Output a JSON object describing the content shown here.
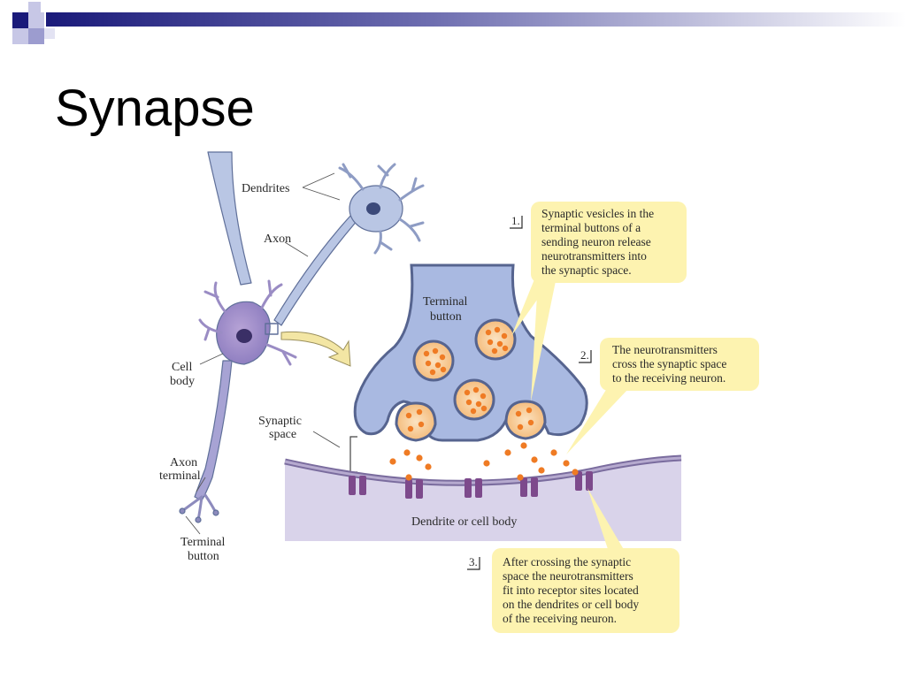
{
  "slide": {
    "title": "Synapse"
  },
  "colors": {
    "accent_dark": "#1a1a7a",
    "accent_light": "#9c9ccf",
    "neuron_fill": "#b9c6e4",
    "terminal_fill": "#a9b9e1",
    "membrane_fill": "#d9d3ea",
    "vesicle_fill": "#f7c995",
    "neurotransmitter": "#ef7b24",
    "receptor": "#7d4a8c",
    "callout_fill": "#fdf3b0"
  },
  "neuron_labels": {
    "dendrites": "Dendrites",
    "axon": "Axon",
    "cell_body_line1": "Cell",
    "cell_body_line2": "body",
    "synaptic_space_line1": "Synaptic",
    "synaptic_space_line2": "space",
    "axon_terminal_line1": "Axon",
    "axon_terminal_line2": "terminal",
    "terminal_button_line1": "Terminal",
    "terminal_button_line2": "button"
  },
  "synapse_labels": {
    "terminal_button_line1": "Terminal",
    "terminal_button_line2": "button",
    "dendrite_or_cell_body": "Dendrite or cell body"
  },
  "callouts": [
    {
      "number": "1.",
      "lines": [
        "Synaptic vesicles in the",
        "terminal buttons of a",
        "sending neuron release",
        "neurotransmitters into",
        "the synaptic space."
      ]
    },
    {
      "number": "2.",
      "lines": [
        "The neurotransmitters",
        "cross the synaptic space",
        "to the receiving neuron."
      ]
    },
    {
      "number": "3.",
      "lines": [
        "After crossing the synaptic",
        "space the neurotransmitters",
        "fit into receptor sites located",
        "on the dendrites or cell body",
        "of the receiving neuron."
      ]
    }
  ]
}
